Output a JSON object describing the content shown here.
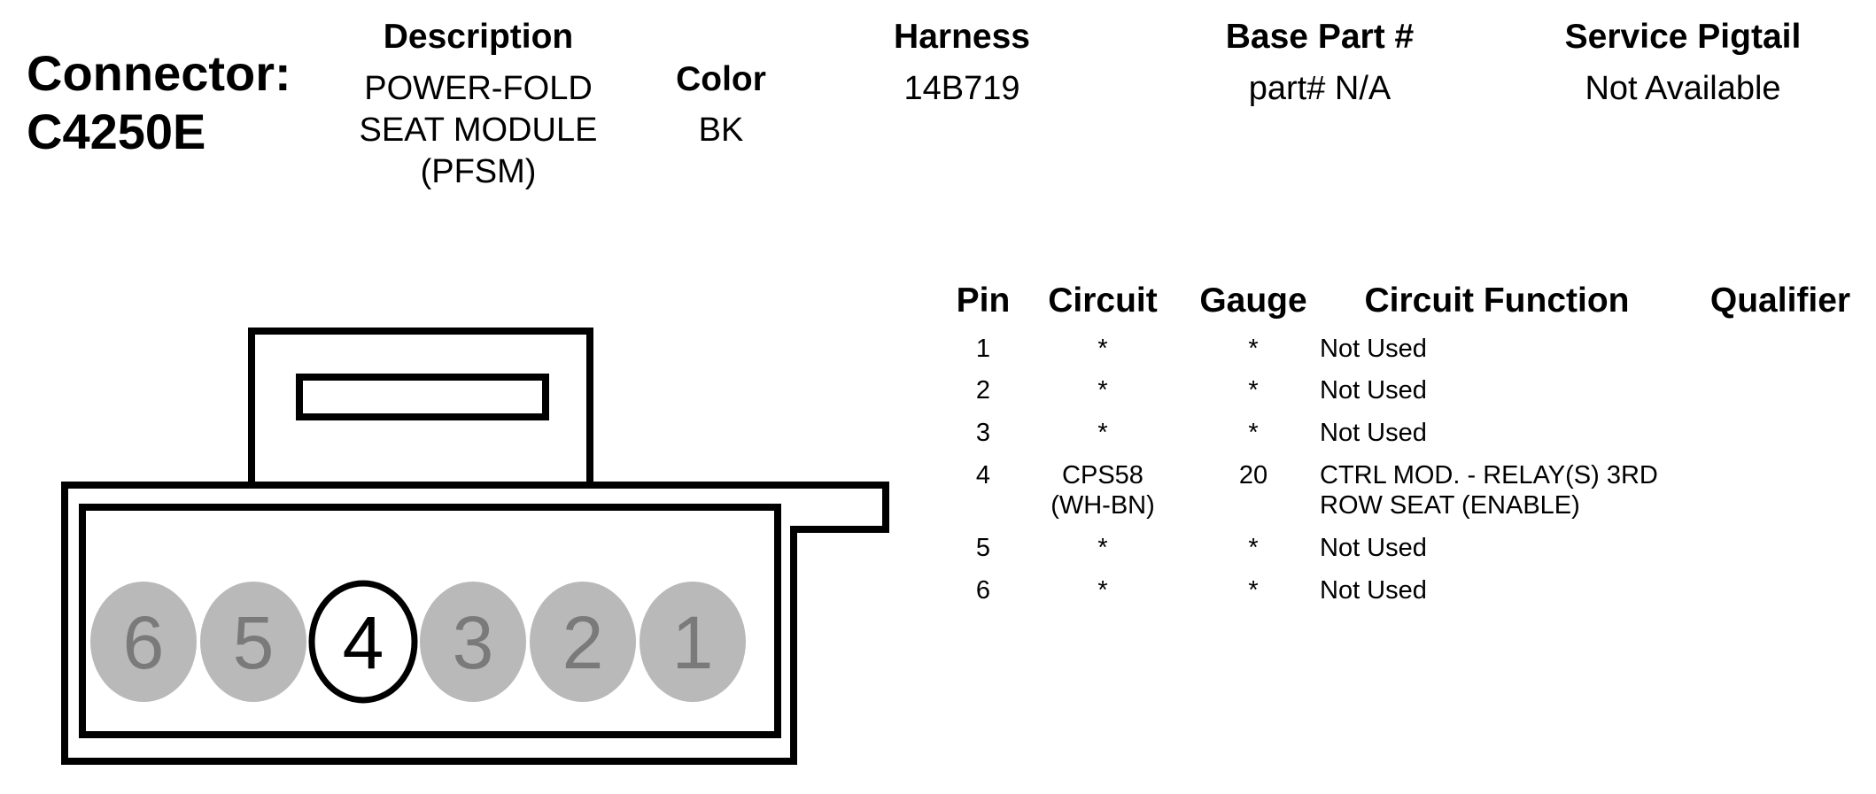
{
  "connector": {
    "label": "Connector:",
    "id": "C4250E"
  },
  "header": {
    "description_label": "Description",
    "description_lines": [
      "POWER-FOLD",
      "SEAT MODULE",
      "(PFSM)"
    ],
    "color_label": "Color",
    "color_value": "BK",
    "harness_label": "Harness",
    "harness_value": "14B719",
    "base_part_label": "Base Part #",
    "base_part_value": "part# N/A",
    "pigtail_label": "Service Pigtail",
    "pigtail_value": "Not Available"
  },
  "table": {
    "headers": {
      "pin": "Pin",
      "circuit": "Circuit",
      "gauge": "Gauge",
      "function": "Circuit Function",
      "qualifier": "Qualifier"
    },
    "rows": [
      {
        "pin": "1",
        "circuit": [
          "*"
        ],
        "gauge": "*",
        "function": [
          "Not Used"
        ]
      },
      {
        "pin": "2",
        "circuit": [
          "*"
        ],
        "gauge": "*",
        "function": [
          "Not Used"
        ]
      },
      {
        "pin": "3",
        "circuit": [
          "*"
        ],
        "gauge": "*",
        "function": [
          "Not Used"
        ]
      },
      {
        "pin": "4",
        "circuit": [
          "CPS58",
          "(WH-BN)"
        ],
        "gauge": "20",
        "function": [
          "CTRL MOD. - RELAY(S) 3RD",
          "ROW SEAT (ENABLE)"
        ]
      },
      {
        "pin": "5",
        "circuit": [
          "*"
        ],
        "gauge": "*",
        "function": [
          "Not Used"
        ]
      },
      {
        "pin": "6",
        "circuit": [
          "*"
        ],
        "gauge": "*",
        "function": [
          "Not Used"
        ]
      }
    ]
  },
  "diagram": {
    "pins": [
      {
        "label": "6",
        "used": false
      },
      {
        "label": "5",
        "used": false
      },
      {
        "label": "4",
        "used": true
      },
      {
        "label": "3",
        "used": false
      },
      {
        "label": "2",
        "used": false
      },
      {
        "label": "1",
        "used": false
      }
    ],
    "colors": {
      "unused_fill": "#b9b9b9",
      "unused_text": "#7a7a7a",
      "used_fill": "#ffffff",
      "used_stroke": "#000000"
    }
  }
}
